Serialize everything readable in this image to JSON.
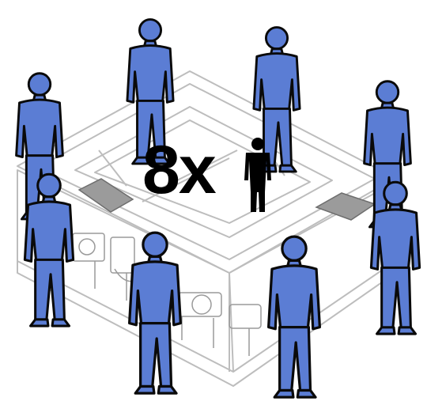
{
  "instruction": {
    "count_label": "8x",
    "person_icon": "person-icon",
    "carrier_count": 8
  },
  "colors": {
    "carrier_fill": "#5b7dd4",
    "carrier_outline": "#0a0a0a",
    "spa_stroke": "#bdbdbd",
    "spa_fill": "#ffffff",
    "machinery": "#9a9a9a",
    "icon": "#000000"
  },
  "carriers": [
    {
      "id": "back-left"
    },
    {
      "id": "back-center-left"
    },
    {
      "id": "back-center-right"
    },
    {
      "id": "right-back"
    },
    {
      "id": "left-back"
    },
    {
      "id": "left-front"
    },
    {
      "id": "front-center-left"
    },
    {
      "id": "front-center-right"
    },
    {
      "id": "right-front"
    }
  ]
}
